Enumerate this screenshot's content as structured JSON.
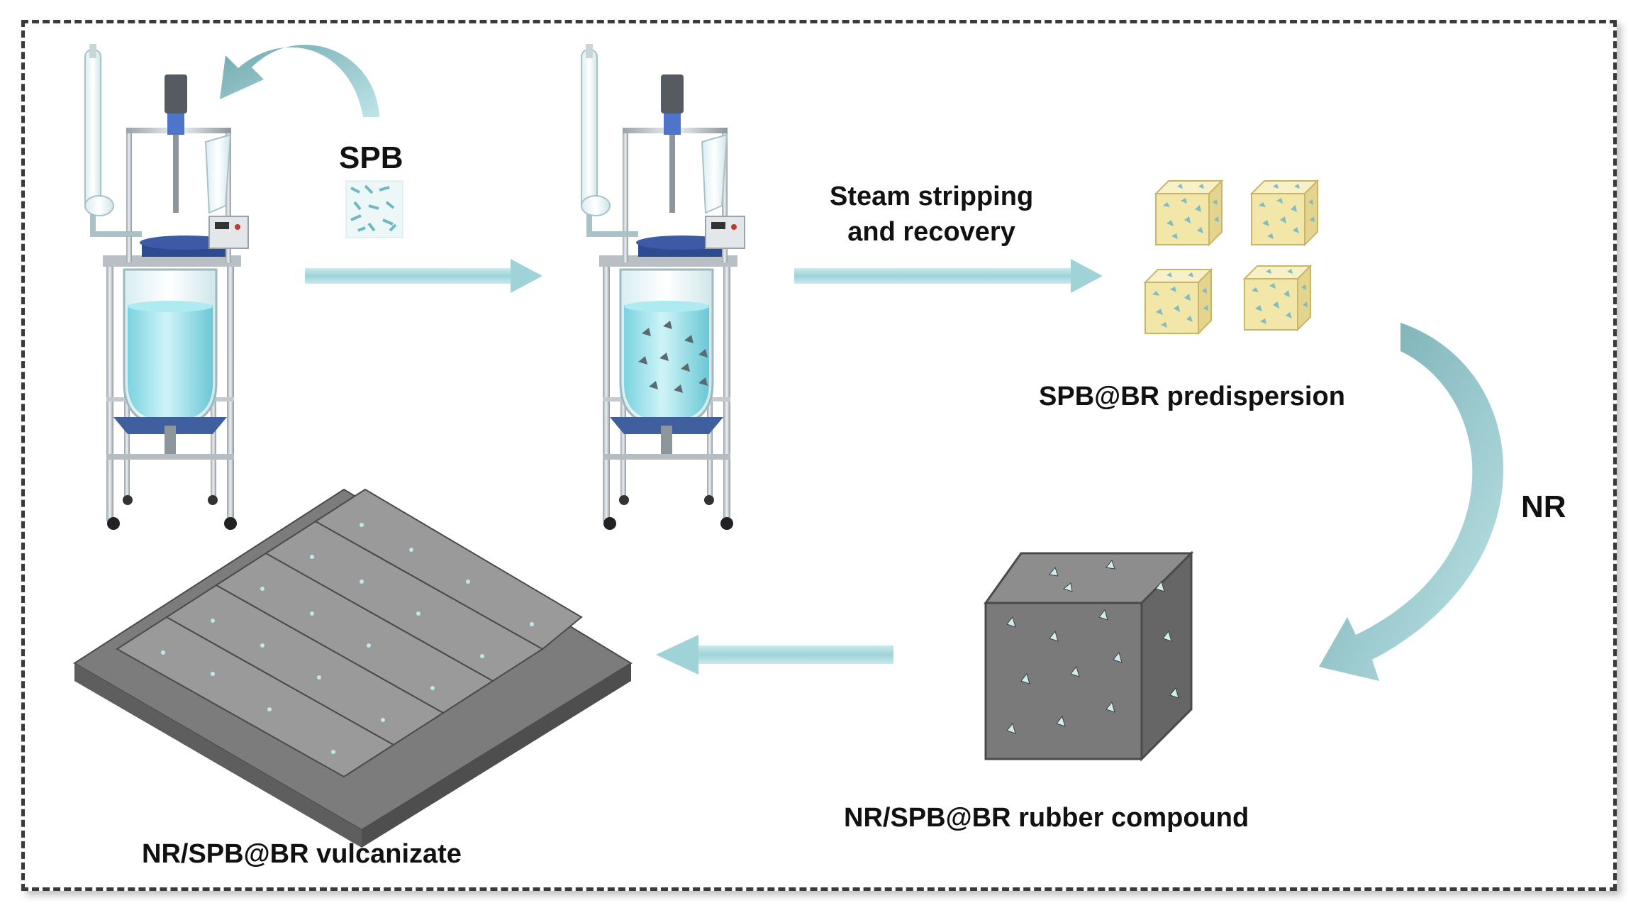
{
  "labels": {
    "spb": "SPB",
    "steam_line1": "Steam stripping",
    "steam_line2": "and recovery",
    "predispersion": "SPB@BR predispersion",
    "nr": "NR",
    "compound": "NR/SPB@BR rubber compound",
    "vulcanizate": "NR/SPB@BR vulcanizate"
  },
  "colors": {
    "arrow": "#a8d8dc",
    "arrow_dark": "#6fb3ba",
    "curved_arrow": "#8fc9cd",
    "liquid": "#9fe3ec",
    "cube_yellow": "#f3e9b0",
    "rubber_grey": "#6f6f6f",
    "particle": "#bfe7ec",
    "frame": "#3a3a3a"
  },
  "icons": [
    "reactor-icon",
    "spb-particles-icon",
    "predispersion-cube-icon",
    "rubber-cube-icon",
    "vulcanizate-sheet-icon"
  ]
}
